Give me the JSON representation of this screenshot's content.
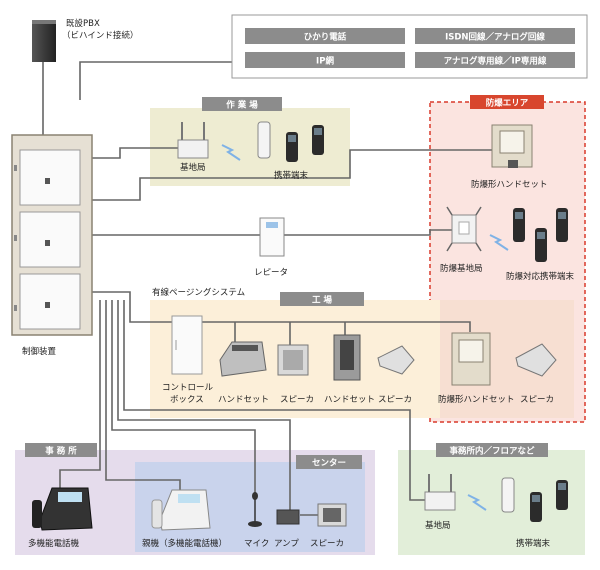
{
  "pbx": {
    "label": "既設PBX",
    "sublabel": "（ビハインド接続）"
  },
  "lines_legend": [
    "ひかり電話",
    "ISDN回線／アナログ回線",
    "IP網",
    "アナログ専用線／IP専用線"
  ],
  "zones": {
    "workplace": "作 業 場",
    "explosion": "防爆エリア",
    "factory": "工  場",
    "office": "事  務  所",
    "center": "センター",
    "office_floor": "事務所内／フロアなど"
  },
  "labels": {
    "controller": "制御装置",
    "base_station_work": "基地局",
    "mobile_work": "携帯端末",
    "exp_handset": "防爆形ハンドセット",
    "exp_base": "防爆基地局",
    "exp_mobile": "防爆対応携帯端末",
    "repeater": "レピータ",
    "paging_system": "有線ページングシステム",
    "control_box_1": "コントロール",
    "control_box_2": "ボックス",
    "handset_1": "ハンドセット",
    "speaker_1": "スピーカ",
    "handset_2": "ハンドセット",
    "speaker_2": "スピーカ",
    "exp_handset_2": "防爆形ハンドセット",
    "speaker_3": "スピーカ",
    "multi_phone": "多機能電話機",
    "parent_phone": "親機（多機能電話機）",
    "mic": "マイク",
    "amp": "アンプ",
    "speaker_center": "スピーカ",
    "base_station_floor": "基地局",
    "mobile_floor": "携帯端末"
  }
}
